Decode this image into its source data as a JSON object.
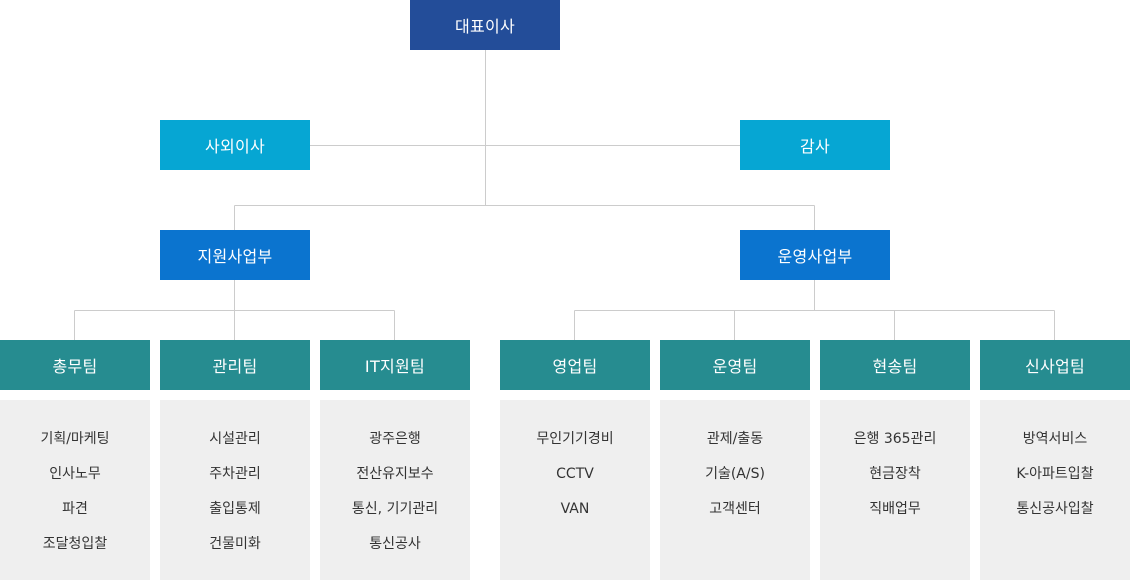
{
  "top": {
    "ceo": "대표이사"
  },
  "side": {
    "outside_director": "사외이사",
    "auditor": "감사"
  },
  "divisions": {
    "support": "지원사업부",
    "operation": "운영사업부"
  },
  "teams": [
    {
      "name": "총무팀",
      "duties": [
        "기획/마케팅",
        "인사노무",
        "파견",
        "조달청입찰"
      ]
    },
    {
      "name": "관리팀",
      "duties": [
        "시설관리",
        "주차관리",
        "출입통제",
        "건물미화"
      ]
    },
    {
      "name": "IT지원팀",
      "duties": [
        "광주은행",
        "전산유지보수",
        "통신, 기기관리",
        "통신공사"
      ]
    },
    {
      "name": "영업팀",
      "duties": [
        "무인기기경비",
        "CCTV",
        "VAN"
      ]
    },
    {
      "name": "운영팀",
      "duties": [
        "관제/출동",
        "기술(A/S)",
        "고객센터"
      ]
    },
    {
      "name": "현송팀",
      "duties": [
        "은행 365관리",
        "현금장착",
        "직배업무"
      ]
    },
    {
      "name": "신사업팀",
      "duties": [
        "방역서비스",
        "K-아파트입찰",
        "통신공사입찰"
      ]
    }
  ],
  "colors": {
    "ceo": "#234d99",
    "side": "#06a6d3",
    "division": "#0b74cf",
    "team": "#268c90",
    "duty_bg": "#efefef",
    "connector": "#cccccc"
  }
}
